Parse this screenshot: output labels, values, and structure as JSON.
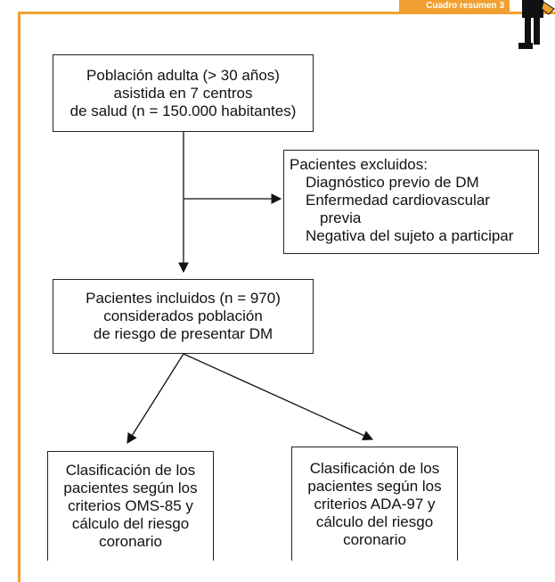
{
  "header": {
    "tab_label": "Cuadro resumen 3",
    "accent_color": "#f0a030",
    "figure_icon": "person-silhouette-icon"
  },
  "flowchart": {
    "population": {
      "line1": "Población adulta (> 30 años)",
      "line2": "asistida en 7 centros",
      "line3": "de salud (n = 150.000 habitantes)"
    },
    "excluded": {
      "title": "Pacientes excluidos:",
      "items": [
        "Diagnóstico previo de DM",
        "Enfermedad cardiovascular",
        "previa",
        "Negativa del sujeto a participar"
      ]
    },
    "included": {
      "line1": "Pacientes incluidos (n = 970)",
      "line2": "considerados población",
      "line3": "de riesgo de presentar DM"
    },
    "oms": {
      "line1": "Clasificación de los",
      "line2": "pacientes según los",
      "line3": "criterios OMS-85 y",
      "line4": "cálculo del riesgo",
      "line5": "coronario"
    },
    "ada": {
      "line1": "Clasificación de los",
      "line2": "pacientes según los",
      "line3": "criterios ADA-97 y",
      "line4": "cálculo del riesgo",
      "line5": "coronario"
    }
  }
}
